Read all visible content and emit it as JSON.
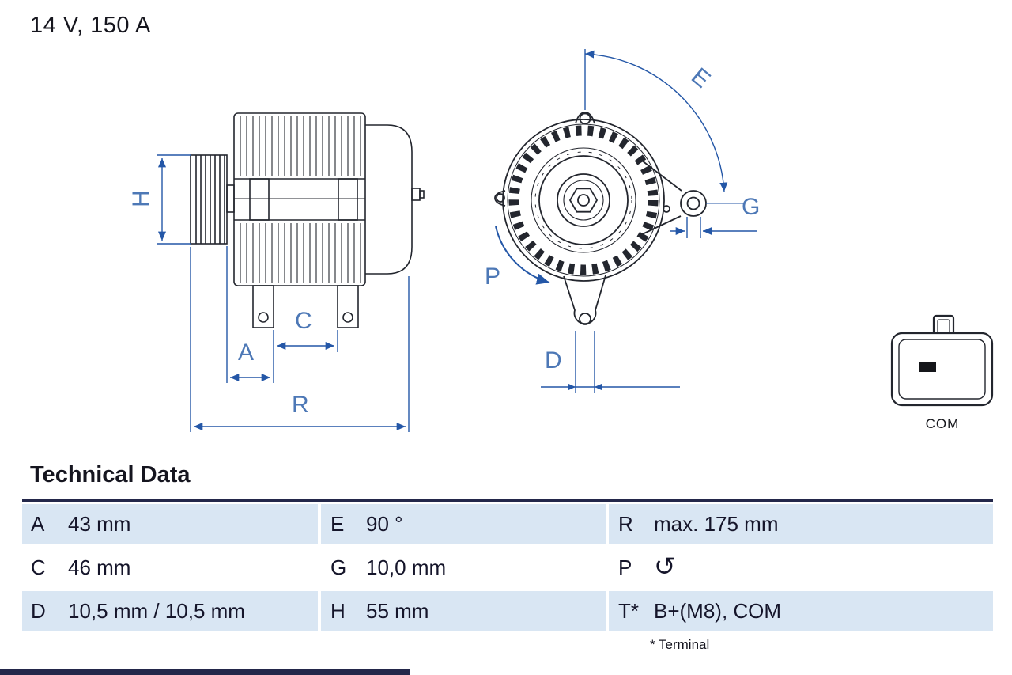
{
  "title": "14 V, 150 A",
  "drawing": {
    "dimension_labels": {
      "H": "H",
      "C": "C",
      "A": "A",
      "R": "R",
      "E": "E",
      "G": "G",
      "P": "P",
      "D": "D"
    },
    "connector_label": "COM"
  },
  "table": {
    "heading": "Technical Data",
    "rows": [
      {
        "cells": [
          {
            "label": "A",
            "value": "43 mm"
          },
          {
            "label": "E",
            "value": "90 °"
          },
          {
            "label": "R",
            "value": "max. 175 mm"
          }
        ]
      },
      {
        "cells": [
          {
            "label": "C",
            "value": "46 mm"
          },
          {
            "label": "G",
            "value": "10,0 mm"
          },
          {
            "label": "P",
            "value": "",
            "icon": "rotation-ccw-icon",
            "icon_glyph": "↺"
          }
        ]
      },
      {
        "cells": [
          {
            "label": "D",
            "value": "10,5 mm / 10,5 mm"
          },
          {
            "label": "H",
            "value": "55 mm"
          },
          {
            "label": "T*",
            "value": "B+(M8), COM"
          }
        ]
      }
    ],
    "footnote": "* Terminal"
  },
  "colors": {
    "dimension_blue": "#2457a7",
    "label_blue": "#4d78b6",
    "row_bg": "#d9e6f3",
    "dark_line": "#23274a"
  }
}
